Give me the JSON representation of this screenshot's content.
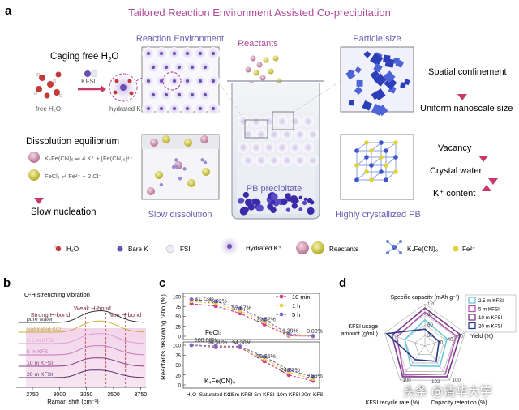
{
  "colors": {
    "title": "#b04a9a",
    "section": "#6b5bb5",
    "pink": "#c03c6a",
    "pinkArrow": "#d95a88",
    "dark": "#333333",
    "series10": "#d13c8c",
    "series1": "#e5d24a",
    "series5": "#7c6cc8"
  },
  "panel_a": {
    "letter": "a",
    "title": "Tailored Reaction Environment Assisted Co-precipitation",
    "caging_title": "Caging free H",
    "caging_sub": "2",
    "caging_tail": "O",
    "kfsi": "KFSI",
    "free_h2o": "free H₂O",
    "hydrated_k": "hydrated K⁺",
    "reaction_env": "Reaction Environment",
    "reactants": "Reactants",
    "particle_size": "Particle size",
    "spatial": "Spatial confinement",
    "uniform": "Uniform nanoscale size",
    "dissolution": "Dissolution equilibrium",
    "eq1": "K₄Fe(CN)₆ ⇌ 4 K⁺ + [Fe(CN)₆]⁴⁻",
    "eq2": "FeCl₂ ⇌ Fe²⁺ + 2 Cl⁻",
    "slow_nucleation": "Slow nucleation",
    "slow_dissolution": "Slow dissolution",
    "pb_precipitate": "PB precipitate",
    "highly": "Highly crystallized PB",
    "vacancy": "Vacancy",
    "crystal_water": "Crystal water",
    "k_content": "K⁺ content",
    "legend": [
      "H₂O",
      "Bare K",
      "FSI",
      "Hydrated K⁺",
      "Reactants",
      "K₄Fe(CN)₆",
      "Fe²⁺"
    ]
  },
  "panel_b": {
    "letter": "b"
  },
  "panel_c": {
    "letter": "c"
  },
  "panel_d": {
    "letter": "d"
  },
  "chart_data": [
    {
      "type": "line",
      "title": "O-H strenching vibration",
      "xlabel": "Raman shift (cm⁻¹)",
      "ylabel": "",
      "xlim": [
        2600,
        3800
      ],
      "xticks": [
        2750,
        3000,
        3250,
        3500,
        3750
      ],
      "annotations": [
        "Weak H-bond",
        "Strong H-bond",
        "Non H-bond"
      ],
      "reference_lines": [
        3240,
        3430,
        3610
      ],
      "series": [
        {
          "name": "pure water",
          "color": "#333333"
        },
        {
          "name": "Saturated KCl",
          "color": "#c8b03a"
        },
        {
          "name": "2.5 m KFSI",
          "color": "#d9a0d0"
        },
        {
          "name": "5 m KFSI",
          "color": "#c27ab8"
        },
        {
          "name": "10 m KFSI",
          "color": "#8a3c86"
        },
        {
          "name": "20 m KFSI",
          "color": "#5a2a6a"
        }
      ]
    },
    {
      "type": "line",
      "ylabel": "Reactants dissolving ratio (%)",
      "categories": [
        "H₂O",
        "Saturated KCl",
        "2.5m KFSI",
        "5m KFSI",
        "10m KFSI",
        "20m KFSI"
      ],
      "ylim": [
        0,
        100
      ],
      "yticks": [
        0,
        25,
        50,
        75,
        100
      ],
      "legend": [
        "10 min",
        "1 h",
        "5 h"
      ],
      "subplots": [
        {
          "label": "FeCl₂",
          "data_labels": [
            "81.73%",
            "76.02%",
            "57.67%",
            "29.52%",
            "1.39%",
            "0.00%"
          ],
          "series": [
            {
              "name": "10 min",
              "values": [
                81.73,
                76.02,
                57.67,
                29.52,
                1.39,
                0.0
              ]
            },
            {
              "name": "1 h",
              "values": [
                88,
                82,
                64,
                36,
                3,
                0.5
              ]
            },
            {
              "name": "5 h",
              "values": [
                93,
                88,
                70,
                42,
                6,
                1
              ]
            }
          ]
        },
        {
          "label": "K₄Fe(CN)₆",
          "data_labels": [
            "100.00%",
            "94.90%",
            "94.30%",
            "59.35%",
            "24.89%",
            "9.99%"
          ],
          "series": [
            {
              "name": "10 min",
              "values": [
                100,
                94.9,
                94.3,
                59.35,
                24.89,
                9.99
              ]
            },
            {
              "name": "1 h",
              "values": [
                100,
                97,
                96,
                66,
                32,
                15
              ]
            },
            {
              "name": "5 h",
              "values": [
                100,
                98,
                97,
                71,
                38,
                20
              ]
            }
          ]
        }
      ]
    },
    {
      "type": "radar",
      "axes": [
        "Specific capacity (mAh g⁻¹)",
        "Yield (%)",
        "Capacity retention (%)",
        "KFSI recycle rate (%)",
        "KFSI usage amount (g/mL)"
      ],
      "ticks": [
        [
          "120",
          "90",
          "60",
          "30"
        ],
        [
          "",
          "60",
          "40",
          "20"
        ],
        [
          "100",
          "",
          "",
          ""
        ],
        [
          "100",
          "",
          "",
          ""
        ],
        [
          "",
          "",
          "",
          ""
        ]
      ],
      "tick_bottom": "102",
      "series": [
        {
          "name": "2.5 m KFSI",
          "color": "#6cc8d8",
          "values": [
            0.62,
            0.55,
            0.6,
            0.58,
            0.5
          ]
        },
        {
          "name": "5 m KFSI",
          "color": "#b05ab0",
          "values": [
            0.8,
            0.78,
            0.82,
            0.85,
            0.7
          ]
        },
        {
          "name": "10 m KFSI",
          "color": "#7a3a8a",
          "values": [
            0.9,
            0.88,
            0.9,
            0.9,
            0.82
          ]
        },
        {
          "name": "20 m KFSI",
          "color": "#2a3a8a",
          "values": [
            0.4,
            0.35,
            0.45,
            0.4,
            0.95
          ]
        }
      ]
    }
  ],
  "watermark": "头条 @清华大学"
}
